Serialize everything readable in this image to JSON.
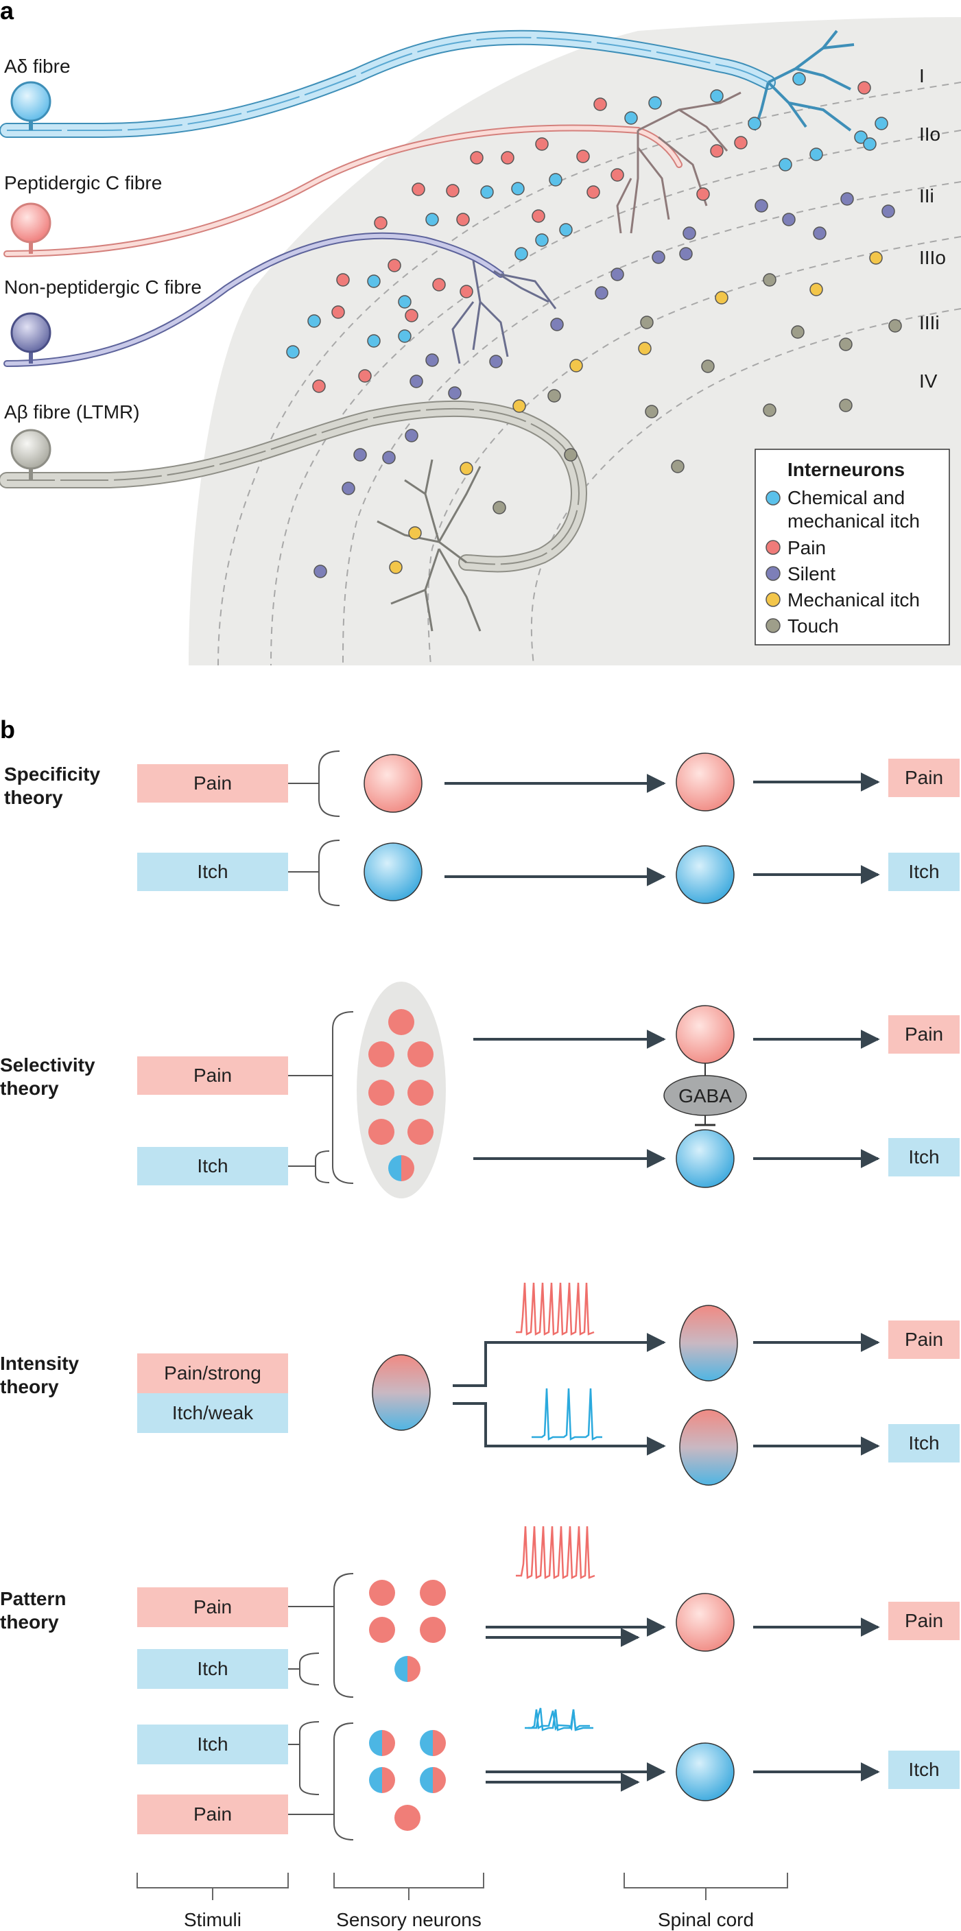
{
  "panel_a": {
    "label": "a",
    "fibres": [
      {
        "name": "Aδ fibre",
        "color": "#5bb9e8"
      },
      {
        "name": "Peptidergic C fibre",
        "color": "#ef7b79"
      },
      {
        "name": "Non-peptidergic C fibre",
        "color": "#6a6fa8"
      },
      {
        "name": "Aβ fibre (LTMR)",
        "color": "#a9a9a0"
      }
    ],
    "laminae": [
      "I",
      "IIo",
      "IIi",
      "IIIo",
      "IIIi",
      "IV"
    ],
    "legend": {
      "title": "Interneurons",
      "items": [
        {
          "label_1": "Chemical and",
          "label_2": "mechanical itch",
          "color": "#5bc1ea"
        },
        {
          "label_1": "Pain",
          "label_2": "",
          "color": "#ef7b79"
        },
        {
          "label_1": "Silent",
          "label_2": "",
          "color": "#7d7fb8"
        },
        {
          "label_1": "Mechanical itch",
          "label_2": "",
          "color": "#f3c64a"
        },
        {
          "label_1": "Touch",
          "label_2": "",
          "color": "#9e9e8a"
        }
      ]
    }
  },
  "panel_b": {
    "label": "b",
    "specificity": {
      "title_1": "Specificity",
      "title_2": "theory",
      "stim_pain": "Pain",
      "stim_itch": "Itch",
      "out_pain": "Pain",
      "out_itch": "Itch"
    },
    "selectivity": {
      "title_1": "Selectivity",
      "title_2": "theory",
      "stim_pain": "Pain",
      "stim_itch": "Itch",
      "gaba": "GABA",
      "out_pain": "Pain",
      "out_itch": "Itch"
    },
    "intensity": {
      "title_1": "Intensity",
      "title_2": "theory",
      "stim_strong": "Pain/strong",
      "stim_weak": "Itch/weak",
      "out_pain": "Pain",
      "out_itch": "Itch"
    },
    "pattern": {
      "title_1": "Pattern",
      "title_2": "theory",
      "stim_pain_1": "Pain",
      "stim_itch_1": "Itch",
      "stim_itch_2": "Itch",
      "stim_pain_2": "Pain",
      "out_pain": "Pain",
      "out_itch": "Itch"
    },
    "footer": {
      "stimuli": "Stimuli",
      "sensory": "Sensory neurons",
      "spinal": "Spinal cord"
    }
  },
  "colors": {
    "pain_box": "#f9c3bd",
    "itch_box": "#bde3f2",
    "pain_cell": "#f07e78",
    "itch_cell": "#4cb6e4",
    "arrow": "#37454f",
    "grey_matter": "#ebebe9"
  }
}
